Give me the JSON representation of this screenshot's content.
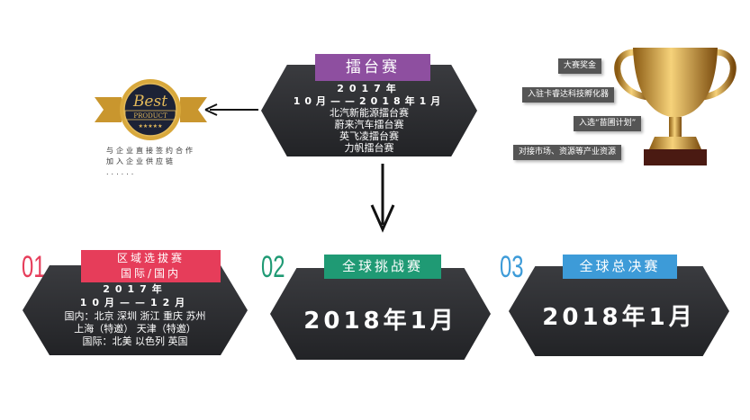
{
  "top": {
    "label": "擂台赛",
    "year": "2017年",
    "range": "10月——2018年1月",
    "items": [
      "北汽新能源擂台赛",
      "蔚来汽车擂台赛",
      "英飞凌擂台赛",
      "力帆擂台赛"
    ]
  },
  "badge": {
    "logo_text": [
      "Best",
      "PRODUCT",
      "★★★★★"
    ],
    "lines": [
      "与企业直接签约合作",
      "加入企业供应链",
      "......"
    ]
  },
  "rewards": [
    "大赛奖金",
    "入驻卡睿达科技孵化器",
    "入选“苗圃计划”",
    "对接市场、资源等产业资源"
  ],
  "stages": [
    {
      "num": "01",
      "label_lines": [
        "区域选拔赛",
        "国际/国内"
      ],
      "color": "#e63d5a",
      "year": "2017年",
      "range": "10月——12月",
      "details": [
        "国内：北京 深圳 浙江 重庆 苏州",
        "上海（特邀） 天津（特邀）",
        "国际：北美 以色列 英国"
      ]
    },
    {
      "num": "02",
      "label": "全球挑战赛",
      "color": "#1f9a74",
      "date": "2018年1月"
    },
    {
      "num": "03",
      "label": "全球总决赛",
      "color": "#3d9bd8",
      "date": "2018年1月"
    }
  ],
  "colors": {
    "purple": "#8e4fa0"
  }
}
